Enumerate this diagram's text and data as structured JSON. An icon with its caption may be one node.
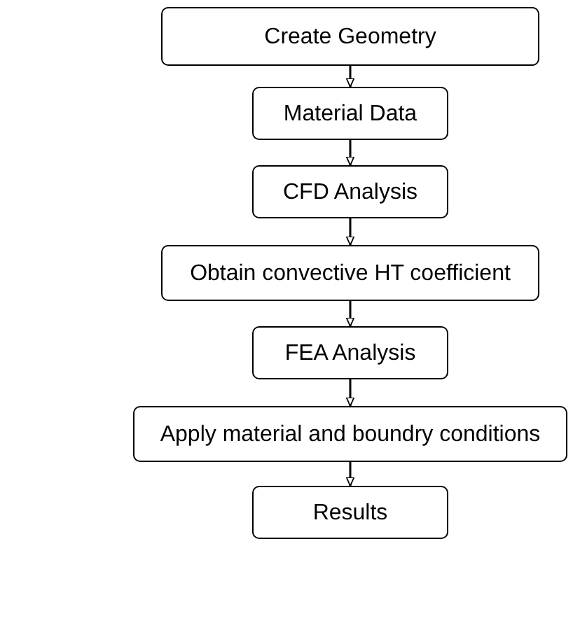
{
  "diagram": {
    "nodes": [
      {
        "text": [
          "Create Geometry"
        ]
      },
      {
        "text": [
          "Material Data"
        ]
      },
      {
        "text": [
          "CFD Analysis"
        ]
      },
      {
        "text": [
          "Obtain convective HT coefficient"
        ]
      },
      {
        "text": [
          "FEA Analysis"
        ]
      },
      {
        "text": [
          "Apply material and boundry conditions"
        ]
      },
      {
        "text": [
          "Results"
        ]
      }
    ],
    "edges": [
      {
        "from": 0,
        "to": 1,
        "arrow": "to"
      },
      {
        "from": 1,
        "to": 2,
        "arrow": "to"
      },
      {
        "from": 2,
        "to": 3,
        "arrow": "to"
      },
      {
        "from": 3,
        "to": 4,
        "arrow": "to"
      },
      {
        "from": 4,
        "to": 5,
        "arrow": "to"
      },
      {
        "from": 5,
        "to": 6,
        "arrow": "to"
      }
    ]
  }
}
